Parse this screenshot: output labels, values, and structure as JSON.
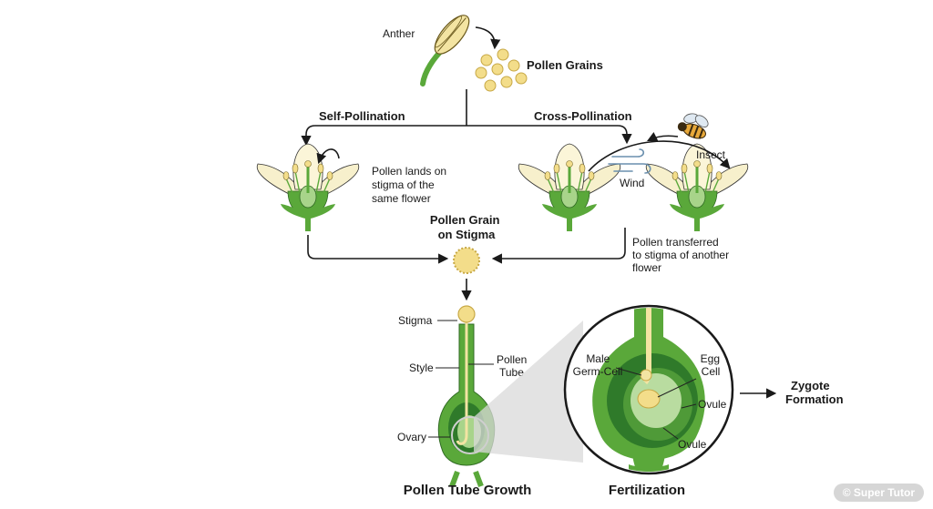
{
  "labels": {
    "anther": "Anther",
    "pollen_grains": "Pollen Grains",
    "self_pollination": "Self-Pollination",
    "cross_pollination": "Cross-Pollination",
    "self_note": [
      "Pollen lands on",
      "stigma of the",
      "same flower"
    ],
    "insect": "Insect",
    "wind": "Wind",
    "pollen_on_stigma": [
      "Pollen Grain",
      "on Stigma"
    ],
    "cross_note": [
      "Pollen transferred",
      "to stigma of another",
      "flower"
    ],
    "stigma": "Stigma",
    "style": "Style",
    "pollen_tube": [
      "Pollen",
      "Tube"
    ],
    "ovary": "Ovary",
    "pollen_tube_growth": "Pollen Tube Growth",
    "male_germ_cell": [
      "Male",
      "Germ-Cell"
    ],
    "egg_cell": [
      "Egg",
      "Cell"
    ],
    "ovule_1": "Ovule",
    "ovule_2": "Ovule",
    "fertilization": "Fertilization",
    "zygote": [
      "Zygote",
      "Formation"
    ]
  },
  "watermark": "© Super Tutor",
  "colors": {
    "petal": "#f7f0cc",
    "green": "#5aa83a",
    "dark_green": "#2f7a2a",
    "light_green": "#a8d48a",
    "pollen": "#f3dd8a",
    "pollen_stroke": "#c7a845",
    "line": "#1a1a1a"
  }
}
